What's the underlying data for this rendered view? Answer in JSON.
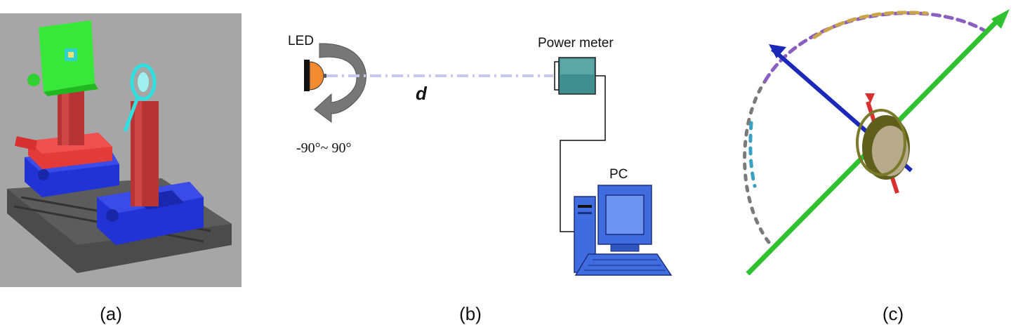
{
  "panels": [
    {
      "caption": "(a)"
    },
    {
      "caption": "(b)"
    },
    {
      "caption": "(c)"
    }
  ],
  "diagram_b": {
    "led_label": "LED",
    "distance_label": "d",
    "angle_label": "-90°~ 90°",
    "power_meter_label": "Power meter",
    "pc_label": "PC"
  },
  "colors": {
    "stage_green": "#22dd22",
    "post_red": "#e43b3b",
    "base_blue": "#1f2fd8",
    "rail_gray": "#4a4a4a",
    "led_orange": "#f28a30",
    "power_meter_teal": "#3f8f8f",
    "pc_blue": "#3f6de0",
    "axis_green": "#2fc12f",
    "axis_blue": "#1b28b8",
    "axis_red": "#d83030"
  }
}
